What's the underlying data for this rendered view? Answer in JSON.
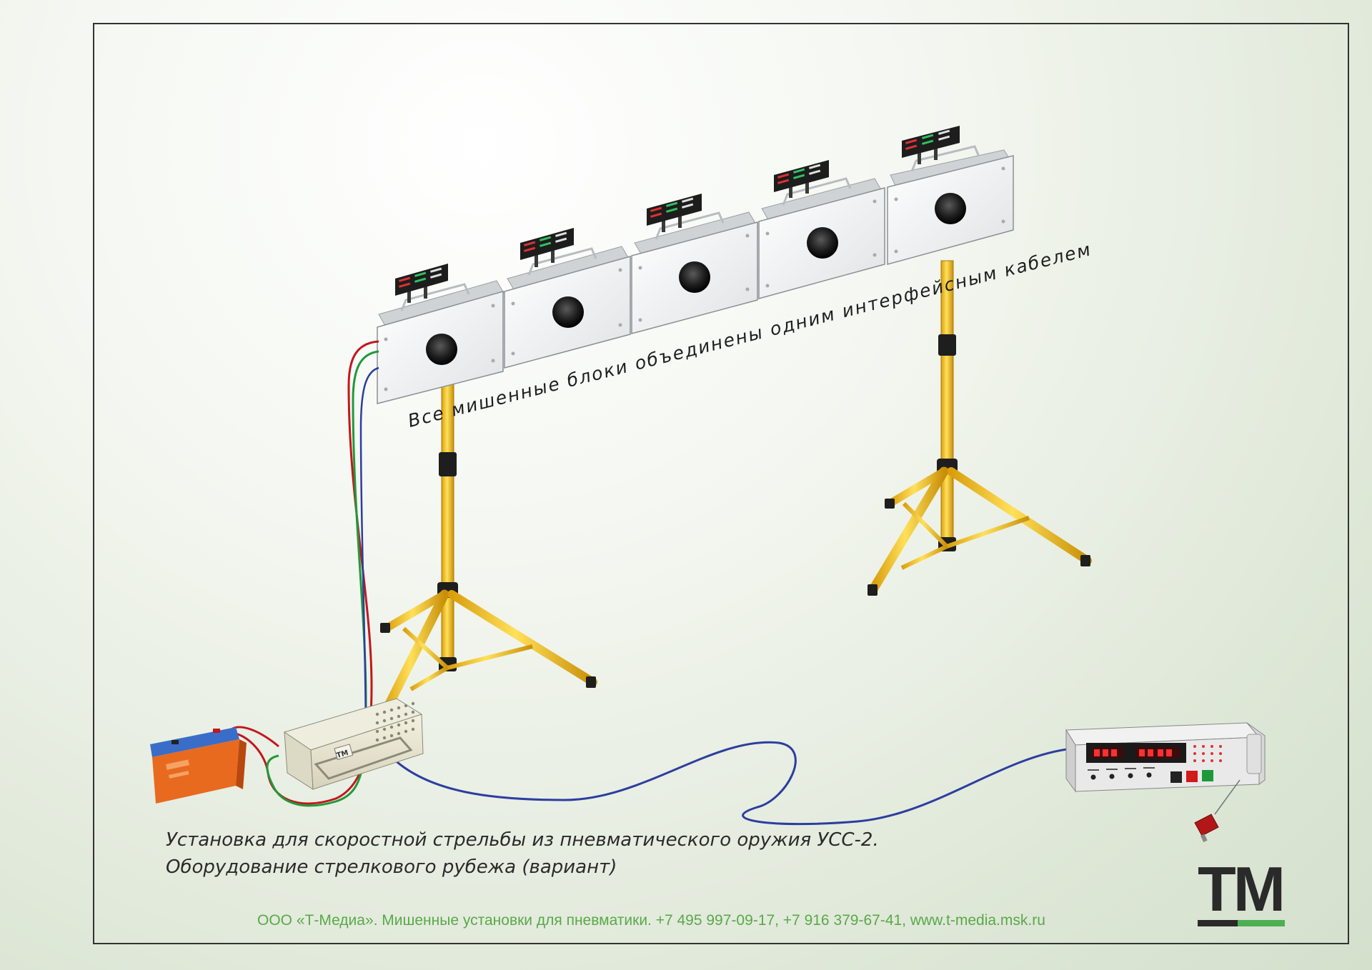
{
  "banner": {
    "text": "Все мишенные блоки объединены одним интерфейсным кабелем"
  },
  "caption": {
    "line1": "Установка для скоростной стрельбы из пневматического оружия УСС-2.",
    "line2": "Оборудование стрелкового рубежа (вариант)"
  },
  "footer": {
    "text": "ООО «Т-Медиа». Мишенные установки для пневматики. +7 495 997-09-17, +7 916 379-67-41, www.t-media.msk.ru"
  },
  "logo": {
    "text": "TM"
  },
  "device_labels": {
    "hub_badge": "TM"
  },
  "colors": {
    "stand_yellow": "#f2c321",
    "cable_blue": "#2c3ea0",
    "cable_red": "#c4161c",
    "cable_green": "#1f9a3a",
    "battery_orange": "#e86a1f",
    "battery_blue": "#3a6dc8",
    "footer_green": "#5aa84a",
    "logo_green": "#4cb050"
  }
}
